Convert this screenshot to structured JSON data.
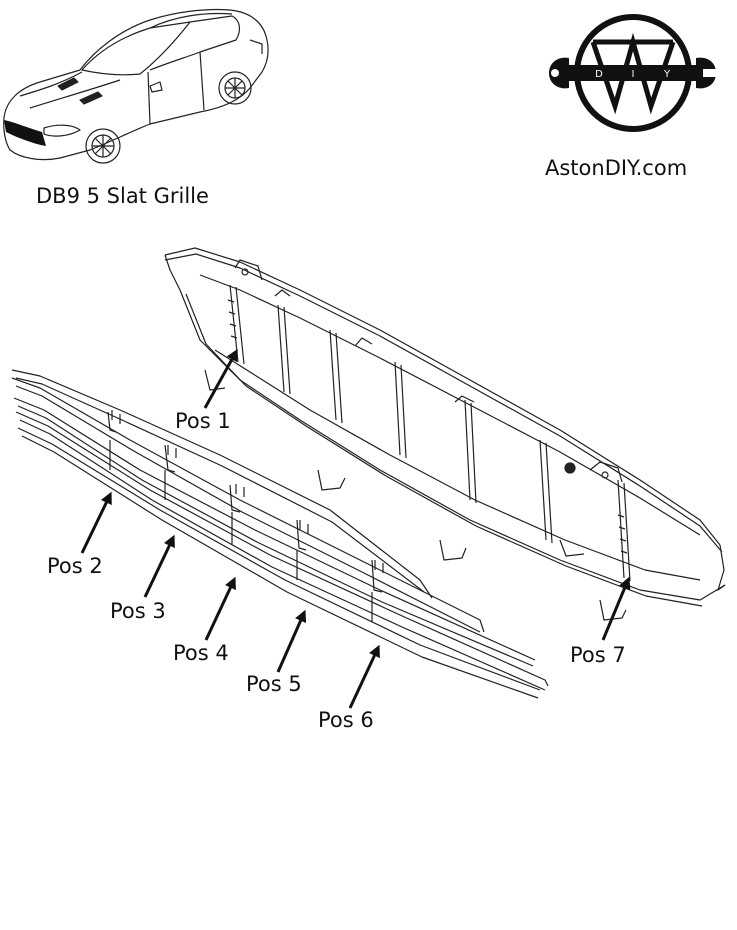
{
  "header": {
    "title": "DB9 5 Slat Grille",
    "site": "AstonDIY.com",
    "logo_letters": [
      "D",
      "I",
      "Y"
    ]
  },
  "positions": [
    {
      "id": "pos1",
      "label": "Pos 1"
    },
    {
      "id": "pos2",
      "label": "Pos 2"
    },
    {
      "id": "pos3",
      "label": "Pos 3"
    },
    {
      "id": "pos4",
      "label": "Pos 4"
    },
    {
      "id": "pos5",
      "label": "Pos 5"
    },
    {
      "id": "pos6",
      "label": "Pos 6"
    },
    {
      "id": "pos7",
      "label": "Pos 7"
    }
  ],
  "colors": {
    "ink": "#111111",
    "background": "#ffffff"
  }
}
